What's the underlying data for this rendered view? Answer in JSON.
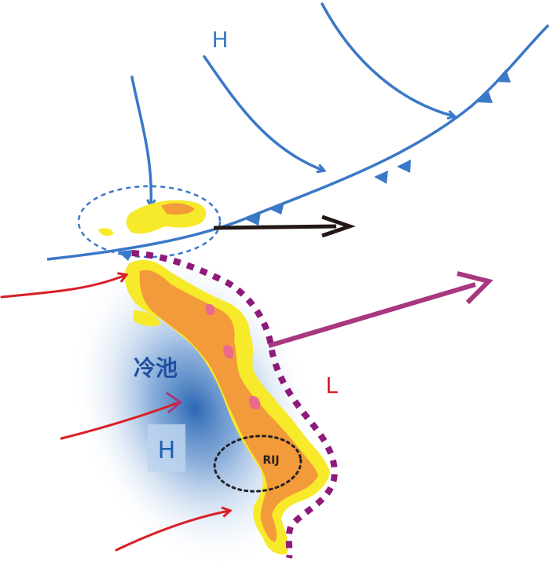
{
  "labels": {
    "high_north": "H",
    "cold_pool": "冷池",
    "high_cold_pool": "H",
    "low": "L",
    "rij": "RIJ"
  },
  "colors": {
    "front_blue": "#3a78c8",
    "cold_flow_blue": "#3a78c8",
    "inflow_red": "#d81f26",
    "outflow_purple": "#a8377f",
    "outflow_outline_purple": "#8e1a7a",
    "motion_arrow_black": "#231815",
    "cold_pool_blue": "#1f5fae",
    "echo_yellow": "#f6ea2a",
    "echo_orange": "#f39a3a",
    "echo_pink": "#e8609a",
    "low_red": "#d81f26",
    "rij_outline": "#222222"
  }
}
